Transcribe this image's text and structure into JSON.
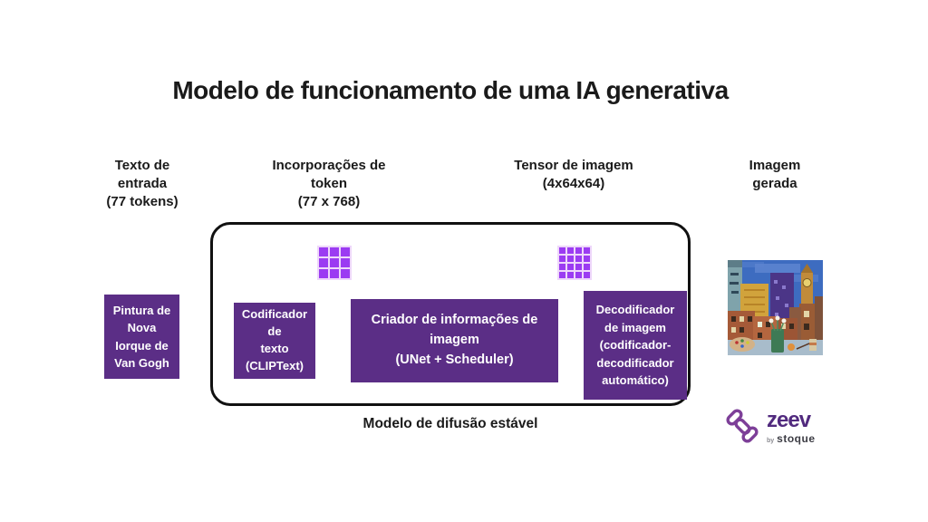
{
  "title": "Modelo de funcionamento de uma IA generativa",
  "stages": [
    {
      "label": "Texto de\nentrada\n(77 tokens)"
    },
    {
      "label": "Incorporações de\ntoken\n(77 x 768)"
    },
    {
      "label": "Tensor de imagem\n(4x64x64)"
    },
    {
      "label": "Imagem\ngerada"
    }
  ],
  "input_box": {
    "label": "Pintura de\nNova\nIorque de\nVan Gogh"
  },
  "pipeline": {
    "encoder": {
      "label": "Codificador\nde\ntexto\n(CLIPText)"
    },
    "creator": {
      "label": "Criador de informações de\nimagem\n(UNet + Scheduler)"
    },
    "decoder": {
      "label": "Decodificador\nde imagem\n(codificador-\ndecodificador\nautomático)"
    }
  },
  "grids": [
    {
      "name": "token-embeddings-grid",
      "rows": 3,
      "cols": 3
    },
    {
      "name": "image-tensor-grid",
      "rows": 4,
      "cols": 4
    }
  ],
  "caption": "Modelo de difusão estável",
  "logo": {
    "brand": "zeev",
    "by": "by",
    "sub": "stoque"
  },
  "colors": {
    "box_purple": "#5b2e86",
    "grid_purple": "#9b3bf2",
    "grid_gap": "#eed7fa",
    "border_black": "#111111",
    "text_dark": "#1a1a1a",
    "logo_purple": "#7d3f98",
    "logo_text": "#512a7e",
    "stoque_gray": "#3c3c44"
  }
}
